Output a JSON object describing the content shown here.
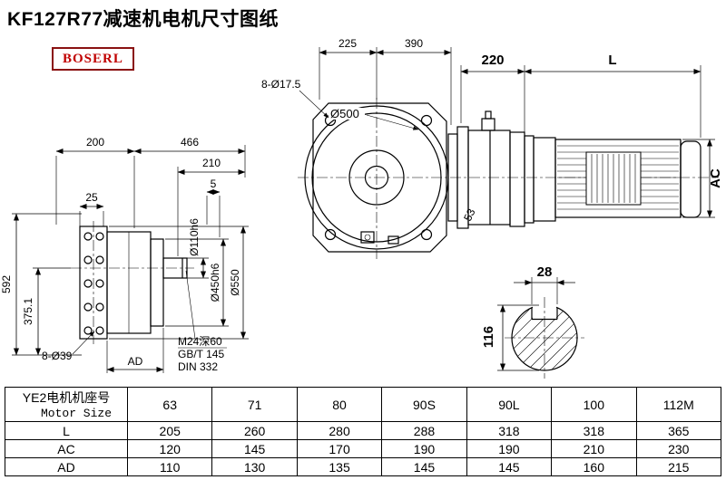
{
  "page": {
    "title": "KF127R77减速机电机尺寸图纸",
    "brand": "BOSERL"
  },
  "front_view": {
    "holes": "8-Ø17.5",
    "width_left": "225",
    "width_right": "390",
    "adapter_length": "220",
    "motor_length": "L",
    "flange_diameter": "Ø500",
    "angle_53": "53",
    "motor_diameter": "AC"
  },
  "side_view": {
    "depth_front": "200",
    "depth_total": "466",
    "depth_210": "210",
    "gap_5": "5",
    "plate_25": "25",
    "height_592": "592",
    "height_375": "375.1",
    "holes": "8-Ø39",
    "motor_height": "AD",
    "shaft_diameter": "Ø110h6",
    "spigot_diameter": "Ø450h6",
    "flange_od": "Ø550",
    "note_tap": "M24深60",
    "note_gb": "GB/T 145",
    "note_din": "DIN 332"
  },
  "shaft_section": {
    "key_width": "28",
    "shaft_height": "116"
  },
  "table": {
    "frame_label_cn": "YE2电机机座号",
    "frame_label_en": "Motor Size",
    "sizes": [
      "63",
      "71",
      "80",
      "90S",
      "90L",
      "100",
      "112M"
    ],
    "rows": [
      {
        "label": "L",
        "values": [
          "205",
          "260",
          "280",
          "288",
          "318",
          "318",
          "365"
        ]
      },
      {
        "label": "AC",
        "values": [
          "120",
          "145",
          "170",
          "190",
          "190",
          "210",
          "230"
        ]
      },
      {
        "label": "AD",
        "values": [
          "110",
          "130",
          "135",
          "145",
          "145",
          "160",
          "215"
        ]
      }
    ]
  }
}
